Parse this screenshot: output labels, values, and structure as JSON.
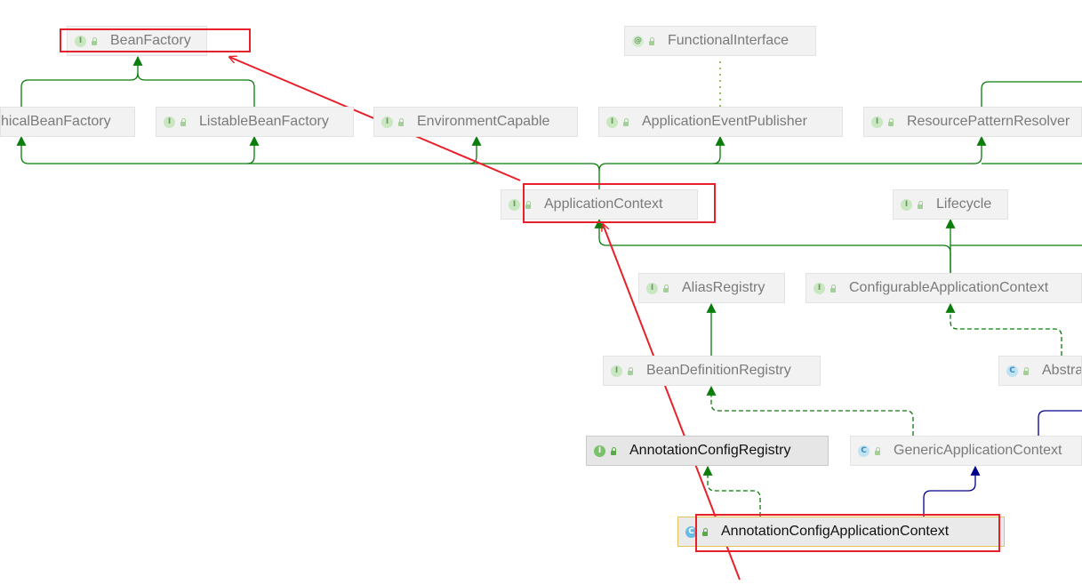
{
  "diagram": {
    "nodes": [
      {
        "id": "bean_factory",
        "kind": "interface",
        "label": "BeanFactory"
      },
      {
        "id": "functional_interface",
        "kind": "annotation",
        "label": "FunctionalInterface"
      },
      {
        "id": "hierarchical_bean_factory",
        "kind": "interface",
        "label": "hicalBeanFactory"
      },
      {
        "id": "listable_bean_factory",
        "kind": "interface",
        "label": "ListableBeanFactory"
      },
      {
        "id": "environment_capable",
        "kind": "interface",
        "label": "EnvironmentCapable"
      },
      {
        "id": "application_event_publisher",
        "kind": "interface",
        "label": "ApplicationEventPublisher"
      },
      {
        "id": "resource_pattern_resolver",
        "kind": "interface",
        "label": "ResourcePatternResolver"
      },
      {
        "id": "application_context",
        "kind": "interface",
        "label": "ApplicationContext"
      },
      {
        "id": "lifecycle",
        "kind": "interface",
        "label": "Lifecycle"
      },
      {
        "id": "alias_registry",
        "kind": "interface",
        "label": "AliasRegistry"
      },
      {
        "id": "configurable_application_context",
        "kind": "interface",
        "label": "ConfigurableApplicationContext"
      },
      {
        "id": "bean_definition_registry",
        "kind": "interface",
        "label": "BeanDefinitionRegistry"
      },
      {
        "id": "abstract_application_context",
        "kind": "class",
        "label": "Abstra"
      },
      {
        "id": "annotation_config_registry",
        "kind": "interface",
        "label": "AnnotationConfigRegistry"
      },
      {
        "id": "generic_application_context",
        "kind": "class",
        "label": "GenericApplicationContext"
      },
      {
        "id": "annotation_config_application_context",
        "kind": "class",
        "label": "AnnotationConfigApplicationContext"
      }
    ],
    "badges": {
      "interface": "I",
      "annotation": "@",
      "class": "C"
    },
    "colors": {
      "extends_interface": "#0a7d0a",
      "implements": "#0a7d0a",
      "extends_class": "#00008b",
      "annotation_link": "#8fbd5a",
      "highlight": "#e8202a"
    }
  }
}
